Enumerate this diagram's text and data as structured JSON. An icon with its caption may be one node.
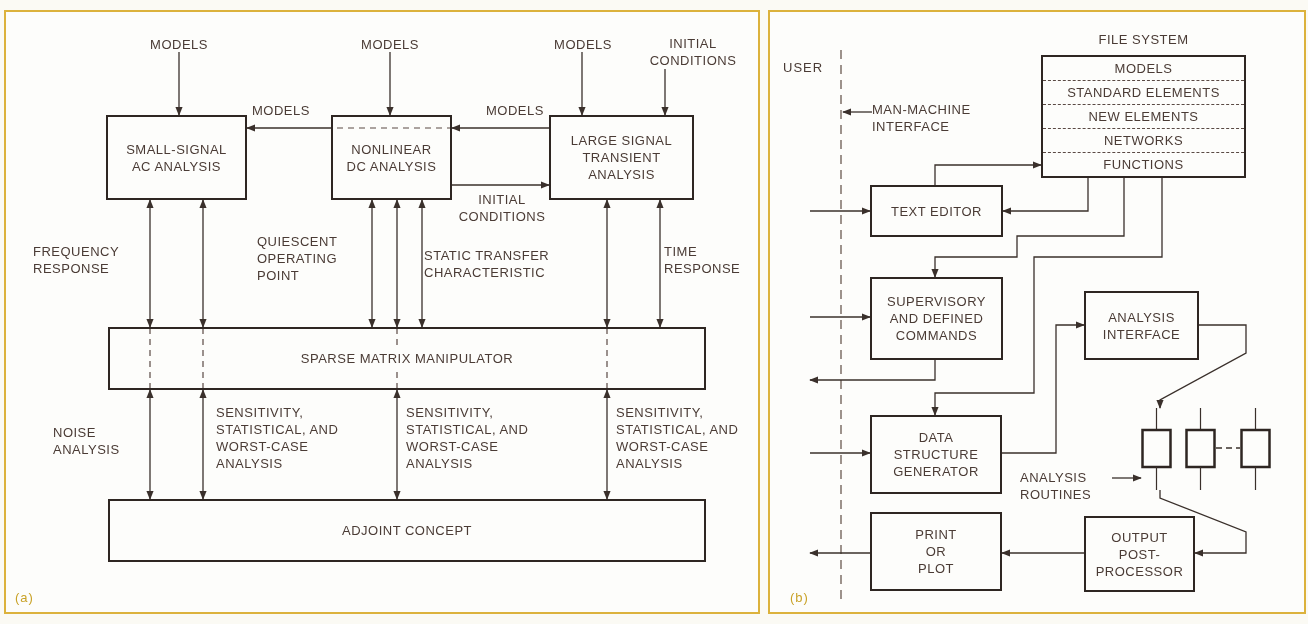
{
  "diagram": {
    "nodes": [
      {
        "text": [
          "MODELS"
        ]
      },
      {
        "text": [
          "MODELS"
        ]
      },
      {
        "text": [
          "MODELS"
        ]
      },
      {
        "text": [
          "INITIAL CONDITIONS"
        ]
      },
      {
        "text": [
          "SMALL-SIGNAL AC ANALYSIS"
        ]
      },
      {
        "text": [
          "NONLINEAR DC ANALYSIS"
        ]
      },
      {
        "text": [
          "LARGE SIGNAL TRANSIENT ANALYSIS"
        ]
      },
      {
        "text": [
          "SPARSE MATRIX MANIPULATOR"
        ]
      },
      {
        "text": [
          "ADJOINT CONCEPT"
        ]
      },
      {
        "text": [
          "FILE SYSTEM",
          "MODELS",
          "STANDARD ELEMENTS",
          "NEW ELEMENTS",
          "NETWORKS",
          "FUNCTIONS"
        ]
      },
      {
        "text": [
          "MAN-MACHINE INTERFACE"
        ]
      },
      {
        "text": [
          "TEXT EDITOR"
        ]
      },
      {
        "text": [
          "SUPERVISORY AND DEFINED COMMANDS"
        ]
      },
      {
        "text": [
          "ANALYSIS INTERFACE"
        ]
      },
      {
        "text": [
          "DATA STRUCTURE GENERATOR"
        ]
      },
      {
        "text": [],
        "shape": "box"
      },
      {
        "text": [],
        "shape": "box"
      },
      {
        "text": [],
        "shape": "box"
      },
      {
        "text": [
          "ANALYSIS ROUTINES"
        ]
      },
      {
        "text": [
          "PRINT OR PLOT"
        ]
      },
      {
        "text": [
          "OUTPUT POST-PROCESSOR"
        ]
      }
    ],
    "edges": [
      {
        "from": 0,
        "to": 4,
        "arrow": "to"
      },
      {
        "from": 1,
        "to": 5,
        "arrow": "to"
      },
      {
        "from": 2,
        "to": 6,
        "arrow": "to"
      },
      {
        "from": 3,
        "to": 6,
        "arrow": "to"
      },
      {
        "from": 6,
        "to": 5,
        "arrow": "to",
        "label": "MODELS"
      },
      {
        "from": 5,
        "to": 4,
        "arrow": "to",
        "label": "MODELS"
      },
      {
        "from": 5,
        "to": 6,
        "arrow": "to",
        "label": "INITIAL CONDITIONS"
      },
      {
        "from": 4,
        "to": 7,
        "arrow": "both",
        "label": "FREQUENCY RESPONSE"
      },
      {
        "from": 4,
        "to": 7,
        "arrow": "both"
      },
      {
        "from": 5,
        "to": 7,
        "arrow": "both",
        "label": "QUIESCENT OPERATING POINT"
      },
      {
        "from": 5,
        "to": 7,
        "arrow": "both"
      },
      {
        "from": 5,
        "to": 7,
        "arrow": "both",
        "label": "STATIC TRANSFER CHARACTERISTIC"
      },
      {
        "from": 6,
        "to": 7,
        "arrow": "both"
      },
      {
        "from": 6,
        "to": 7,
        "arrow": "both",
        "label": "TIME RESPONSE"
      },
      {
        "from": 7,
        "to": 8,
        "arrow": "both",
        "label": "NOISE ANALYSIS"
      },
      {
        "from": 7,
        "to": 8,
        "arrow": "both",
        "label": "SENSITIVITY, STATISTICAL, AND WORST-CASE ANALYSIS"
      },
      {
        "from": 7,
        "to": 8,
        "arrow": "both",
        "label": "SENSITIVITY, STATISTICAL, AND WORST-CASE ANALYSIS"
      },
      {
        "from": 7,
        "to": 8,
        "arrow": "both",
        "label": "SENSITIVITY, STATISTICAL, AND WORST-CASE ANALYSIS"
      },
      {
        "from": 10,
        "to": null,
        "arrow": "to"
      },
      {
        "from": 11,
        "to": 9,
        "arrow": "to"
      },
      {
        "from": 9,
        "to": 11,
        "arrow": "to"
      },
      {
        "from": null,
        "to": 11,
        "arrow": "to"
      },
      {
        "from": 9,
        "to": 12,
        "arrow": "to"
      },
      {
        "from": 9,
        "to": 14,
        "arrow": "to"
      },
      {
        "from": null,
        "to": 12,
        "arrow": "to"
      },
      {
        "from": 12,
        "to": null,
        "arrow": "to"
      },
      {
        "from": null,
        "to": 14,
        "arrow": "to"
      },
      {
        "from": 14,
        "to": 13,
        "arrow": "to"
      },
      {
        "from": 13,
        "to": 15,
        "arrow": "to"
      },
      {
        "from": 18,
        "to": 15,
        "arrow": "to"
      },
      {
        "from": 15,
        "to": 20,
        "arrow": "to"
      },
      {
        "from": 20,
        "to": 19,
        "arrow": "to"
      },
      {
        "from": 19,
        "to": null,
        "arrow": "to"
      },
      {
        "from": 16,
        "to": 17,
        "arrow": "none",
        "style": "dashed"
      }
    ],
    "labels": [
      "(a)",
      "USER",
      "(b)"
    ]
  }
}
